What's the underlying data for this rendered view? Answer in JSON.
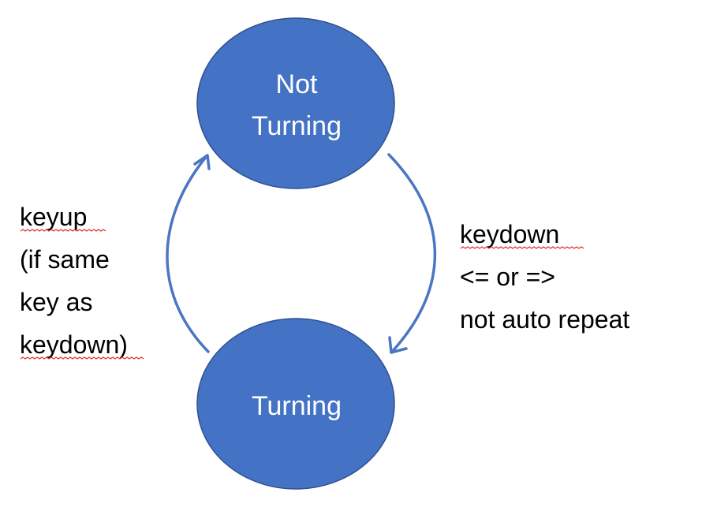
{
  "colors": {
    "node_fill": "#4472c4",
    "node_stroke": "#2f528f",
    "edge": "#4a76c2",
    "spellcheck": "#e03030"
  },
  "nodes": {
    "not_turning": {
      "line1": "Not",
      "line2": "Turning"
    },
    "turning": {
      "label": "Turning"
    }
  },
  "edges": {
    "keydown": {
      "line1": "keydown",
      "line2": "<= or =>",
      "line3": "not auto repeat"
    },
    "keyup": {
      "line1": "keyup",
      "line2": "(if same",
      "line3": "key as",
      "line4": "keydown)"
    }
  }
}
